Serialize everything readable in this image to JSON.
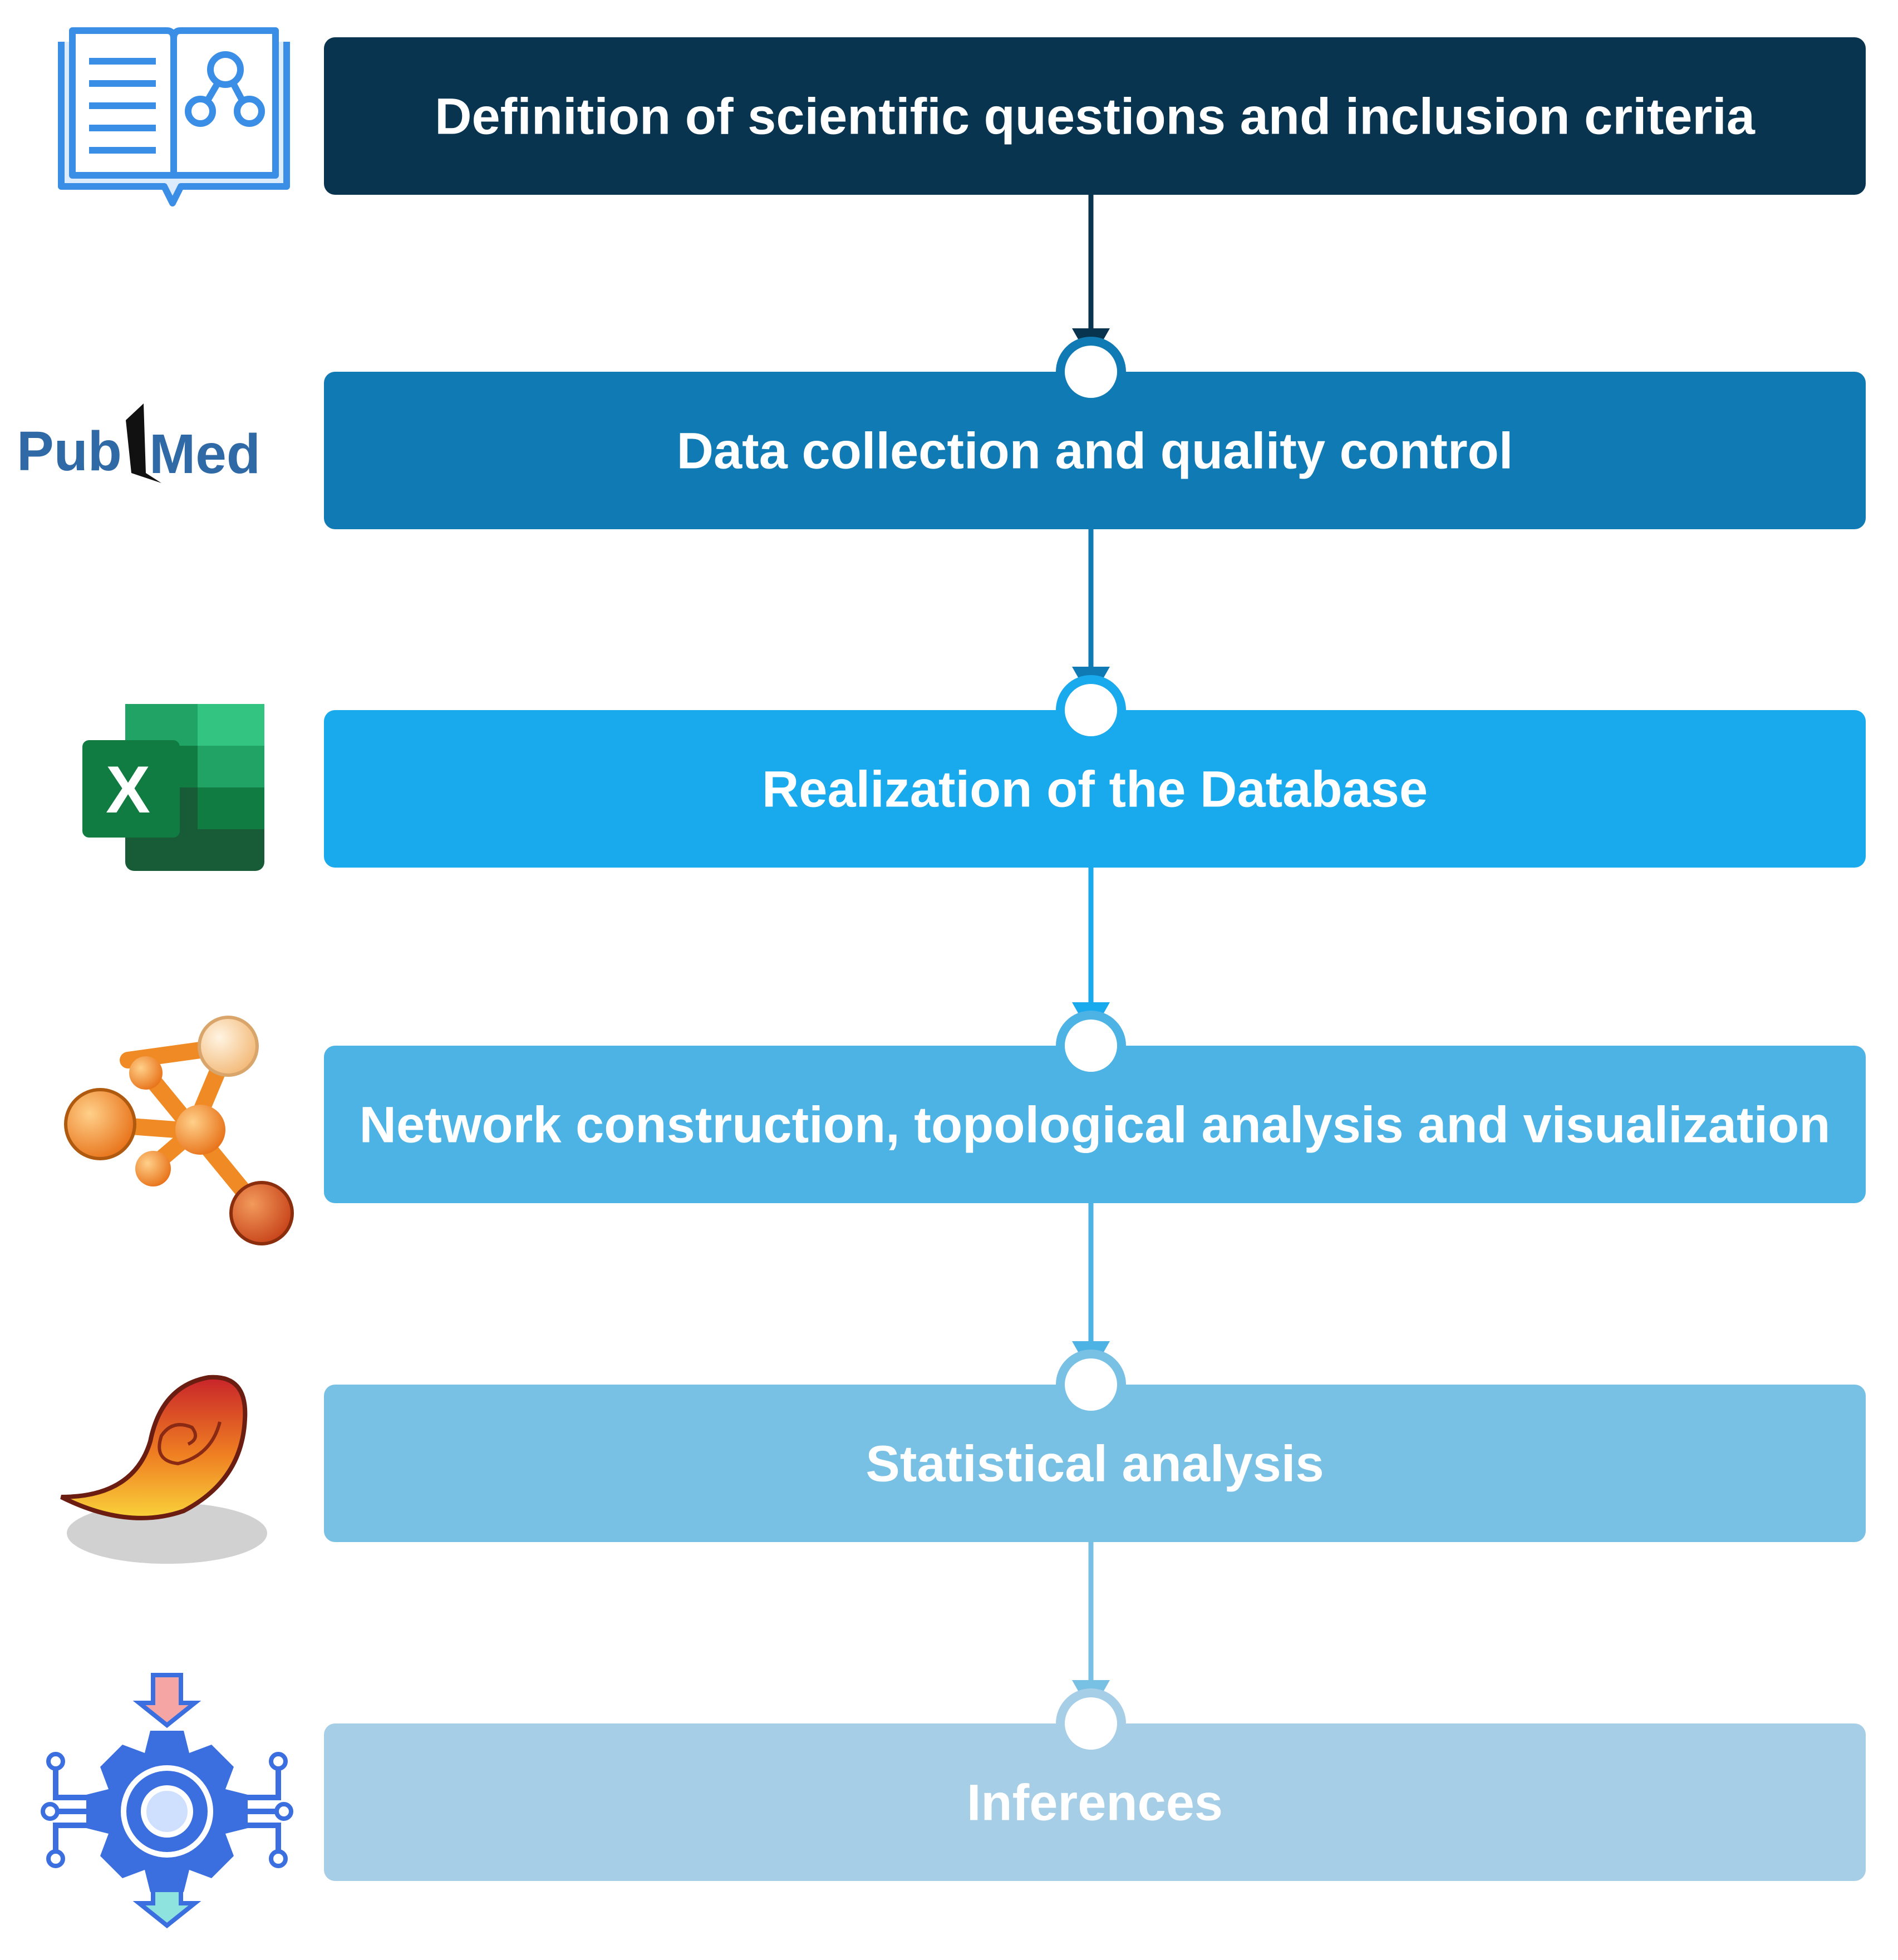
{
  "steps": [
    {
      "label": "Definition of scientific questions and inclusion criteria",
      "color": "#08344f",
      "icon": "open-book-network-icon"
    },
    {
      "label": "Data collection and quality control",
      "color": "#0f7ab4",
      "icon": "pubmed-logo"
    },
    {
      "label": "Realization of the Database",
      "color": "#19a9ed",
      "icon": "excel-logo"
    },
    {
      "label": "Network construction, topological analysis and visualization",
      "color": "#4db2e4",
      "icon": "cytoscape-logo"
    },
    {
      "label": "Statistical analysis",
      "color": "#78c0e4",
      "icon": "nautilus-shell-logo"
    },
    {
      "label": "Inferences",
      "color": "#a6cee6",
      "icon": "gear-circuit-icon"
    }
  ],
  "logos": {
    "pubmed": {
      "part1": "Pub",
      "part2": "Med",
      "color": "#2f6aa6"
    },
    "excel": {
      "letter": "X"
    }
  }
}
